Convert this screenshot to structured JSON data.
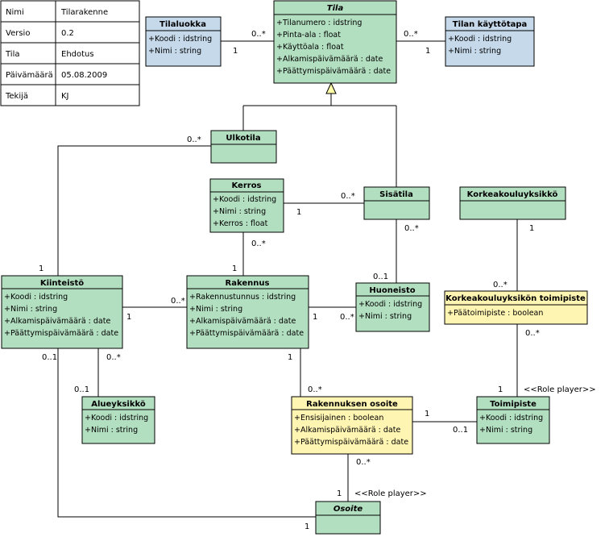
{
  "info_table": [
    {
      "key": "Nimi",
      "value": "Tilarakenne"
    },
    {
      "key": "Versio",
      "value": "0.2"
    },
    {
      "key": "Tila",
      "value": "Ehdotus"
    },
    {
      "key": "Päivämäärä",
      "value": "05.08.2009"
    },
    {
      "key": "Tekijä",
      "value": "KJ"
    }
  ],
  "classes": {
    "tila": {
      "name": "Tila",
      "attrs": [
        "+Tilanumero : idstring",
        "+Pinta-ala : float",
        "+Käyttöala : float",
        "+Alkamispäivämäärä : date",
        "+Päättymispäivämäärä : date"
      ]
    },
    "tilaluokka": {
      "name": "Tilaluokka",
      "attrs": [
        "+Koodi : idstring",
        "+Nimi : string"
      ]
    },
    "tilan_kayttotapa": {
      "name": "Tilan käyttötapa",
      "attrs": [
        "+Koodi : idstring",
        "+Nimi : string"
      ]
    },
    "ulkotila": {
      "name": "Ulkotila",
      "attrs": []
    },
    "kerros": {
      "name": "Kerros",
      "attrs": [
        "+Koodi : idstring",
        "+Nimi : string",
        "+Kerros : float"
      ]
    },
    "sisatila": {
      "name": "Sisätila",
      "attrs": []
    },
    "korkeakouluyksikko": {
      "name": "Korkeakouluyksikkö",
      "attrs": []
    },
    "kiinteisto": {
      "name": "Kiinteistö",
      "attrs": [
        "+Koodi : idstring",
        "+Nimi : string",
        "+Alkamispäivämäärä : date",
        "+Päättymispäivämäärä : date"
      ]
    },
    "rakennus": {
      "name": "Rakennus",
      "attrs": [
        "+Rakennustunnus : idstring",
        "+Nimi : string",
        "+Alkamispäivämäärä : date",
        "+Päättymispäivämäärä : date"
      ]
    },
    "huoneisto": {
      "name": "Huoneisto",
      "attrs": [
        "+Koodi : idstring",
        "+Nimi : string"
      ]
    },
    "kk_toimipiste": {
      "name": "Korkeakouluyksikön toimipiste",
      "attrs": [
        "+Päätoimipiste : boolean"
      ]
    },
    "alueyksikko": {
      "name": "Alueyksikkö",
      "attrs": [
        "+Koodi : idstring",
        "+Nimi : string"
      ]
    },
    "rakennuksen_osoite": {
      "name": "Rakennuksen osoite",
      "attrs": [
        "+Ensisijainen : boolean",
        "+Alkamispäivämäärä : date",
        "+Päättymispäivämäärä : date"
      ]
    },
    "toimipiste": {
      "name": "Toimipiste",
      "attrs": [
        "+Koodi : idstring",
        "+Nimi : string"
      ]
    },
    "osoite": {
      "name": "Osoite",
      "attrs": []
    }
  },
  "multiplicities": {
    "tilaluokka_1": "1",
    "tilaluokka_tila": "0..*",
    "kaytto_tila": "0..*",
    "kaytto_1": "1",
    "ulkotila_kiint": "0..*",
    "kiint_ulkotila": "1",
    "kerros_sisatila": "1",
    "sisatila_kerros": "0..*",
    "kerros_rak": "0..*",
    "rak_kerros": "1",
    "sisatila_huon": "0..*",
    "huon_sisatila": "0..1",
    "kk_1": "1",
    "kk_toim": "0..*",
    "kiint_rak_1": "1",
    "kiint_rak_n": "0..*",
    "rak_huon_1": "1",
    "rak_huon_n": "0..*",
    "kkt_toim_n": "0..*",
    "kkt_toim_1": "1",
    "kiint_alue_01": "0..1",
    "alue_kiint": "0..1",
    "kiint_alue_n": "0..*",
    "rak_osoite_1": "1",
    "rak_osoite_n": "0..*",
    "ro_toim_1": "1",
    "ro_toim_01": "0..1",
    "ro_os_n": "0..*",
    "ro_os_1": "1",
    "kiint_os_1": "1"
  },
  "stereotypes": {
    "role_player_1": "<<Role player>>",
    "role_player_2": "<<Role player>>"
  }
}
